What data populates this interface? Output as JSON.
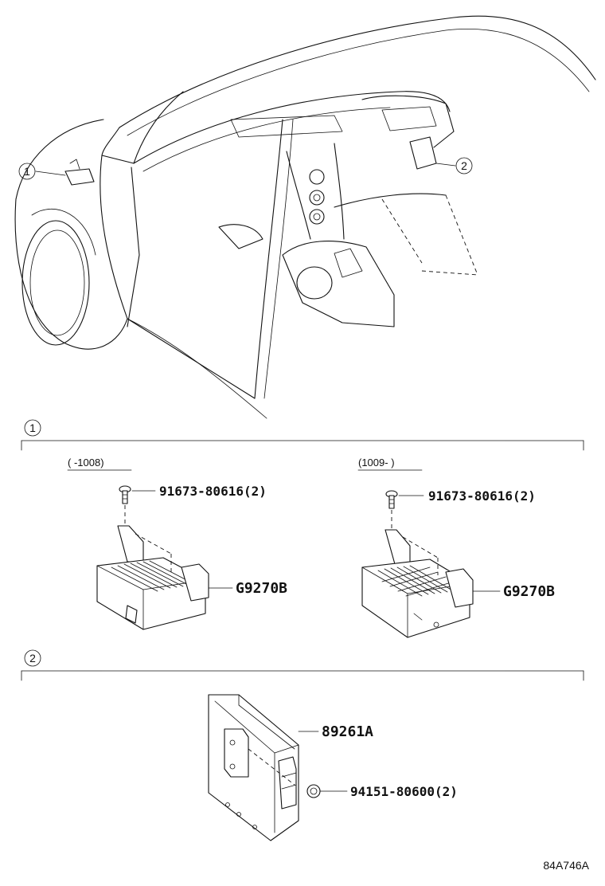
{
  "overview": {
    "callouts": [
      "1",
      "2"
    ]
  },
  "sections": [
    {
      "marker": "1",
      "variants": [
        {
          "date_range": "(      -1008)",
          "bolt_part": "91673-80616(2)",
          "module_part": "G9270B"
        },
        {
          "date_range": "(1009-      )",
          "bolt_part": "91673-80616(2)",
          "module_part": "G9270B"
        }
      ]
    },
    {
      "marker": "2",
      "ecu_part": "89261A",
      "nut_part": "94151-80600(2)"
    }
  ],
  "figure_code": "84A746A"
}
